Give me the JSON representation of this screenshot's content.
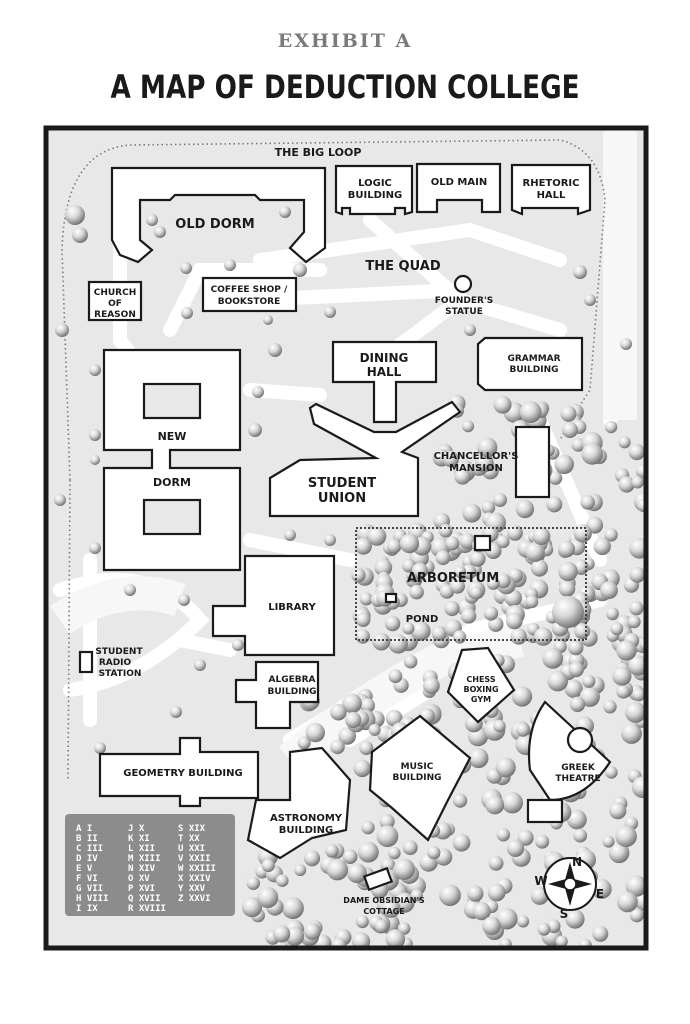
{
  "header": {
    "exhibit": "EXHIBIT A",
    "title": "A MAP OF DEDUCTION COLLEGE"
  },
  "map_labels": {
    "big_loop": "THE BIG LOOP",
    "old_dorm": "OLD DORM",
    "logic_1": "LOGIC",
    "logic_2": "BUILDING",
    "old_main": "OLD MAIN",
    "rhetoric_1": "RHETORIC",
    "rhetoric_2": "HALL",
    "quad": "THE QUAD",
    "church_1": "CHURCH",
    "church_2": "OF",
    "church_3": "REASON",
    "coffee_1": "COFFEE SHOP /",
    "coffee_2": "BOOKSTORE",
    "founders_1": "FOUNDER'S",
    "founders_2": "STATUE",
    "dining_1": "DINING",
    "dining_2": "HALL",
    "grammar_1": "GRAMMAR",
    "grammar_2": "BUILDING",
    "new": "NEW",
    "dorm": "DORM",
    "chancellor_1": "CHANCELLOR'S",
    "chancellor_2": "MANSION",
    "union_1": "STUDENT",
    "union_2": "UNION",
    "arboretum": "ARBORETUM",
    "pond": "POND",
    "library": "LIBRARY",
    "radio_1": "STUDENT",
    "radio_2": "RADIO",
    "radio_3": "STATION",
    "algebra_1": "ALGEBRA",
    "algebra_2": "BUILDING",
    "chess_1": "CHESS",
    "chess_2": "BOXING",
    "chess_3": "GYM",
    "geometry": "GEOMETRY BUILDING",
    "music_1": "MUSIC",
    "music_2": "BUILDING",
    "greek_1": "GREEK",
    "greek_2": "THEATRE",
    "astronomy_1": "ASTRONOMY",
    "astronomy_2": "BUILDING",
    "cottage_1": "DAME OBSIDIAN'S",
    "cottage_2": "COTTAGE"
  },
  "compass": {
    "n": "N",
    "s": "S",
    "e": "E",
    "w": "W"
  },
  "cipher_key": [
    [
      "A I",
      "B II",
      "C III",
      "D IV",
      "E V",
      "F VI",
      "G VII",
      "H VIII",
      "I IX"
    ],
    [
      "J X",
      "K XI",
      "L XII",
      "M XIII",
      "N XIV",
      "O XV",
      "P XVI",
      "Q XVII",
      "R XVIII"
    ],
    [
      "S XIX",
      "T XX",
      "U XXI",
      "V XXII",
      "W XXIII",
      "X XXIV",
      "Y XXV",
      "Z XXVI"
    ]
  ],
  "colors": {
    "ground": "#e8e8e8",
    "path": "#ffffff",
    "building": "#ffffff",
    "outline": "#1a1a1a",
    "cipher_box": "#8c8c8c"
  }
}
